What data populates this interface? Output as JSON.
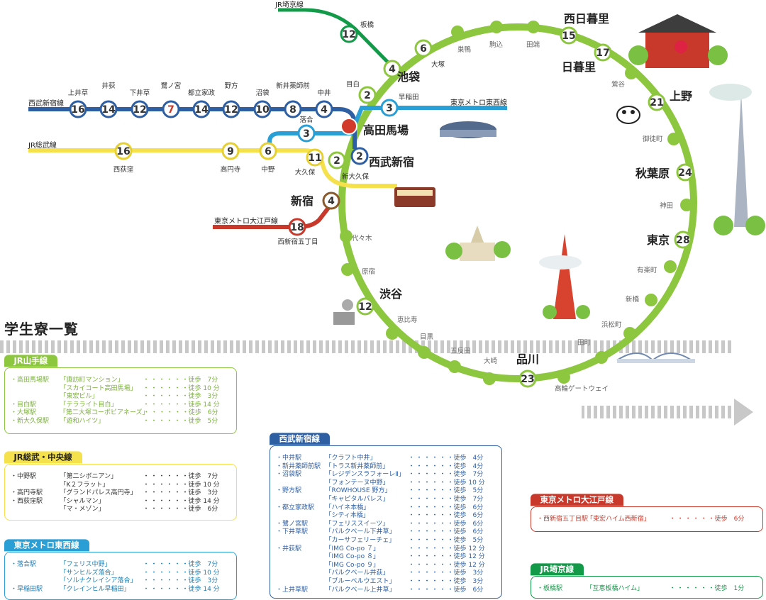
{
  "title": "学生寮一覧",
  "colors": {
    "yamanote": "#8dc63f",
    "seibu": "#2e5fa3",
    "sobu": "#f5e14c",
    "tozai": "#2a9fd6",
    "oedo": "#c8392b",
    "saikyo": "#129a48"
  },
  "line_names": {
    "saikyo": "JR埼京線",
    "seibu": "西武新宿線",
    "tozai": "東京メトロ東西線",
    "sobu": "JR総武線",
    "oedo": "東京メトロ大江戸線"
  },
  "yamanote_stations": [
    {
      "name": "池袋",
      "num": "4"
    },
    {
      "name": "目白",
      "num": "2"
    },
    {
      "name": "高田馬場",
      "num": ""
    },
    {
      "name": "新大久保",
      "num": "2"
    },
    {
      "name": "新宿",
      "num": "4"
    },
    {
      "name": "代々木",
      "num": ""
    },
    {
      "name": "原宿",
      "num": ""
    },
    {
      "name": "渋谷",
      "num": "12"
    },
    {
      "name": "恵比寿",
      "num": ""
    },
    {
      "name": "目黒",
      "num": ""
    },
    {
      "name": "五反田",
      "num": ""
    },
    {
      "name": "大崎",
      "num": ""
    },
    {
      "name": "品川",
      "num": "23"
    },
    {
      "name": "高輪ゲートウェイ",
      "num": ""
    },
    {
      "name": "田町",
      "num": ""
    },
    {
      "name": "浜松町",
      "num": ""
    },
    {
      "name": "新橋",
      "num": ""
    },
    {
      "name": "有楽町",
      "num": ""
    },
    {
      "name": "東京",
      "num": "28"
    },
    {
      "name": "神田",
      "num": ""
    },
    {
      "name": "秋葉原",
      "num": "24"
    },
    {
      "name": "御徒町",
      "num": ""
    },
    {
      "name": "上野",
      "num": "21"
    },
    {
      "name": "鶯谷",
      "num": ""
    },
    {
      "name": "日暮里",
      "num": "17"
    },
    {
      "name": "西日暮里",
      "num": "15"
    },
    {
      "name": "田端",
      "num": ""
    },
    {
      "name": "駒込",
      "num": ""
    },
    {
      "name": "巣鴨",
      "num": ""
    },
    {
      "name": "大塚",
      "num": "6"
    }
  ],
  "seibu_stations": [
    {
      "name": "上井草",
      "num": "16"
    },
    {
      "name": "井荻",
      "num": "14"
    },
    {
      "name": "下井草",
      "num": "12"
    },
    {
      "name": "鷺ノ宮",
      "num": "7"
    },
    {
      "name": "都立家政",
      "num": "14"
    },
    {
      "name": "野方",
      "num": "12"
    },
    {
      "name": "沼袋",
      "num": "10"
    },
    {
      "name": "新井薬師前",
      "num": "8"
    },
    {
      "name": "中井",
      "num": "4"
    },
    {
      "name": "西武新宿",
      "num": "2"
    }
  ],
  "sobu_stations": [
    {
      "name": "西荻窪",
      "num": "16"
    },
    {
      "name": "高円寺",
      "num": "9"
    },
    {
      "name": "中野",
      "num": "6"
    },
    {
      "name": "大久保",
      "num": "11"
    }
  ],
  "tozai_stations": [
    {
      "name": "落合",
      "num": "3"
    },
    {
      "name": "早稲田",
      "num": "3"
    }
  ],
  "oedo_stations": [
    {
      "name": "西新宿五丁目",
      "num": "18"
    }
  ],
  "saikyo_stations": [
    {
      "name": "板橋",
      "num": "12"
    }
  ],
  "yamanote_box": {
    "tag": "JR山手線",
    "rows": [
      [
        "・高田馬場駅",
        "「諏訪町マンション」",
        "・・・・・・",
        "徒歩　7分"
      ],
      [
        "",
        "「スカイコート高田馬場」",
        "・・・・・・",
        "徒歩 10 分"
      ],
      [
        "",
        "「東宏ビル」",
        "・・・・・・",
        "徒歩　3分"
      ],
      [
        "・目白駅",
        "「テラライト目白」",
        "・・・・・・",
        "徒歩 14 分"
      ],
      [
        "・大塚駅",
        "「第二大塚コーポビアネーズ」",
        "・・・・・・",
        "徒歩　6分"
      ],
      [
        "・新大久保駅",
        "「遊和ハイツ」",
        "・・・・・・",
        "徒歩　5分"
      ]
    ]
  },
  "sobu_box": {
    "tag": "JR総武・中央線",
    "rows": [
      [
        "・中野駅",
        "「第二シボニアン」",
        "・・・・・・",
        "徒歩　7分"
      ],
      [
        "",
        "「K２フラット」",
        "・・・・・・",
        "徒歩 10 分"
      ],
      [
        "・高円寺駅",
        "「グランドパレス高円寺」",
        "・・・・・・",
        "徒歩　3分"
      ],
      [
        "・西荻窪駅",
        "「シャルマン」",
        "・・・・・・",
        "徒歩 14 分"
      ],
      [
        "",
        "「マ・メゾン」",
        "・・・・・・",
        "徒歩　6分"
      ]
    ]
  },
  "tozai_box": {
    "tag": "東京メトロ東西線",
    "rows": [
      [
        "・落合駅",
        "「フェリス中野」",
        "・・・・・・",
        "徒歩　7分"
      ],
      [
        "",
        "「サンヒルズ落合」",
        "・・・・・・",
        "徒歩 10 分"
      ],
      [
        "",
        "「ソルナクレイシア落合」",
        "・・・・・・",
        "徒歩　3分"
      ],
      [
        "・早稲田駅",
        "「クレインヒル早稲田」",
        "・・・・・・",
        "徒歩 14 分"
      ]
    ]
  },
  "seibu_box": {
    "tag": "西武新宿線",
    "rows": [
      [
        "・中井駅",
        "「クラフト中井」",
        "・・・・・・",
        "徒歩　4分"
      ],
      [
        "・新井薬師前駅",
        "「トラス新井薬師前」",
        "・・・・・・",
        "徒歩　4分"
      ],
      [
        "・沼袋駅",
        "「レジデンスラフォーレⅡ」",
        "・・・・・・",
        "徒歩　7分"
      ],
      [
        "",
        "「フォンテーヌ中野」",
        "・・・・・・",
        "徒歩 10 分"
      ],
      [
        "・野方駅",
        "「ROWHOUSE 野方」",
        "・・・・・・",
        "徒歩　5分"
      ],
      [
        "",
        "「キャピタルパレス」",
        "・・・・・・",
        "徒歩　7分"
      ],
      [
        "・都立家政駅",
        "「ハイネ本橋」",
        "・・・・・・",
        "徒歩　6分"
      ],
      [
        "",
        "「シティ本橋」",
        "・・・・・・",
        "徒歩　6分"
      ],
      [
        "・鷺ノ宮駅",
        "「フェリススイーツ」",
        "・・・・・・",
        "徒歩　6分"
      ],
      [
        "・下井草駅",
        "「パルクベール下井草」",
        "・・・・・・",
        "徒歩　6分"
      ],
      [
        "",
        "「カーサフェリーチェ」",
        "・・・・・・",
        "徒歩　5分"
      ],
      [
        "・井荻駅",
        "「IMG Co-po ７」",
        "・・・・・・",
        "徒歩 12 分"
      ],
      [
        "",
        "「IMG Co-po ８」",
        "・・・・・・",
        "徒歩 12 分"
      ],
      [
        "",
        "「IMG Co-po ９」",
        "・・・・・・",
        "徒歩 12 分"
      ],
      [
        "",
        "「パルクベール井荻」",
        "・・・・・・",
        "徒歩　3分"
      ],
      [
        "",
        "「ブルーベルウエスト」",
        "・・・・・・",
        "徒歩　3分"
      ],
      [
        "・上井草駅",
        "「パルクベール上井草」",
        "・・・・・・",
        "徒歩　6分"
      ]
    ]
  },
  "oedo_box": {
    "tag": "東京メトロ大江戸線",
    "rows": [
      [
        "・西新宿五丁目駅",
        "「東宏ハイム西新宿」",
        "・・・・・・",
        "徒歩　6分"
      ]
    ]
  },
  "saikyo_box": {
    "tag": "JR埼京線",
    "rows": [
      [
        "・板橋駅",
        "「互恵板橋ハイム」",
        "・・・・・・",
        "徒歩　1分"
      ]
    ]
  }
}
